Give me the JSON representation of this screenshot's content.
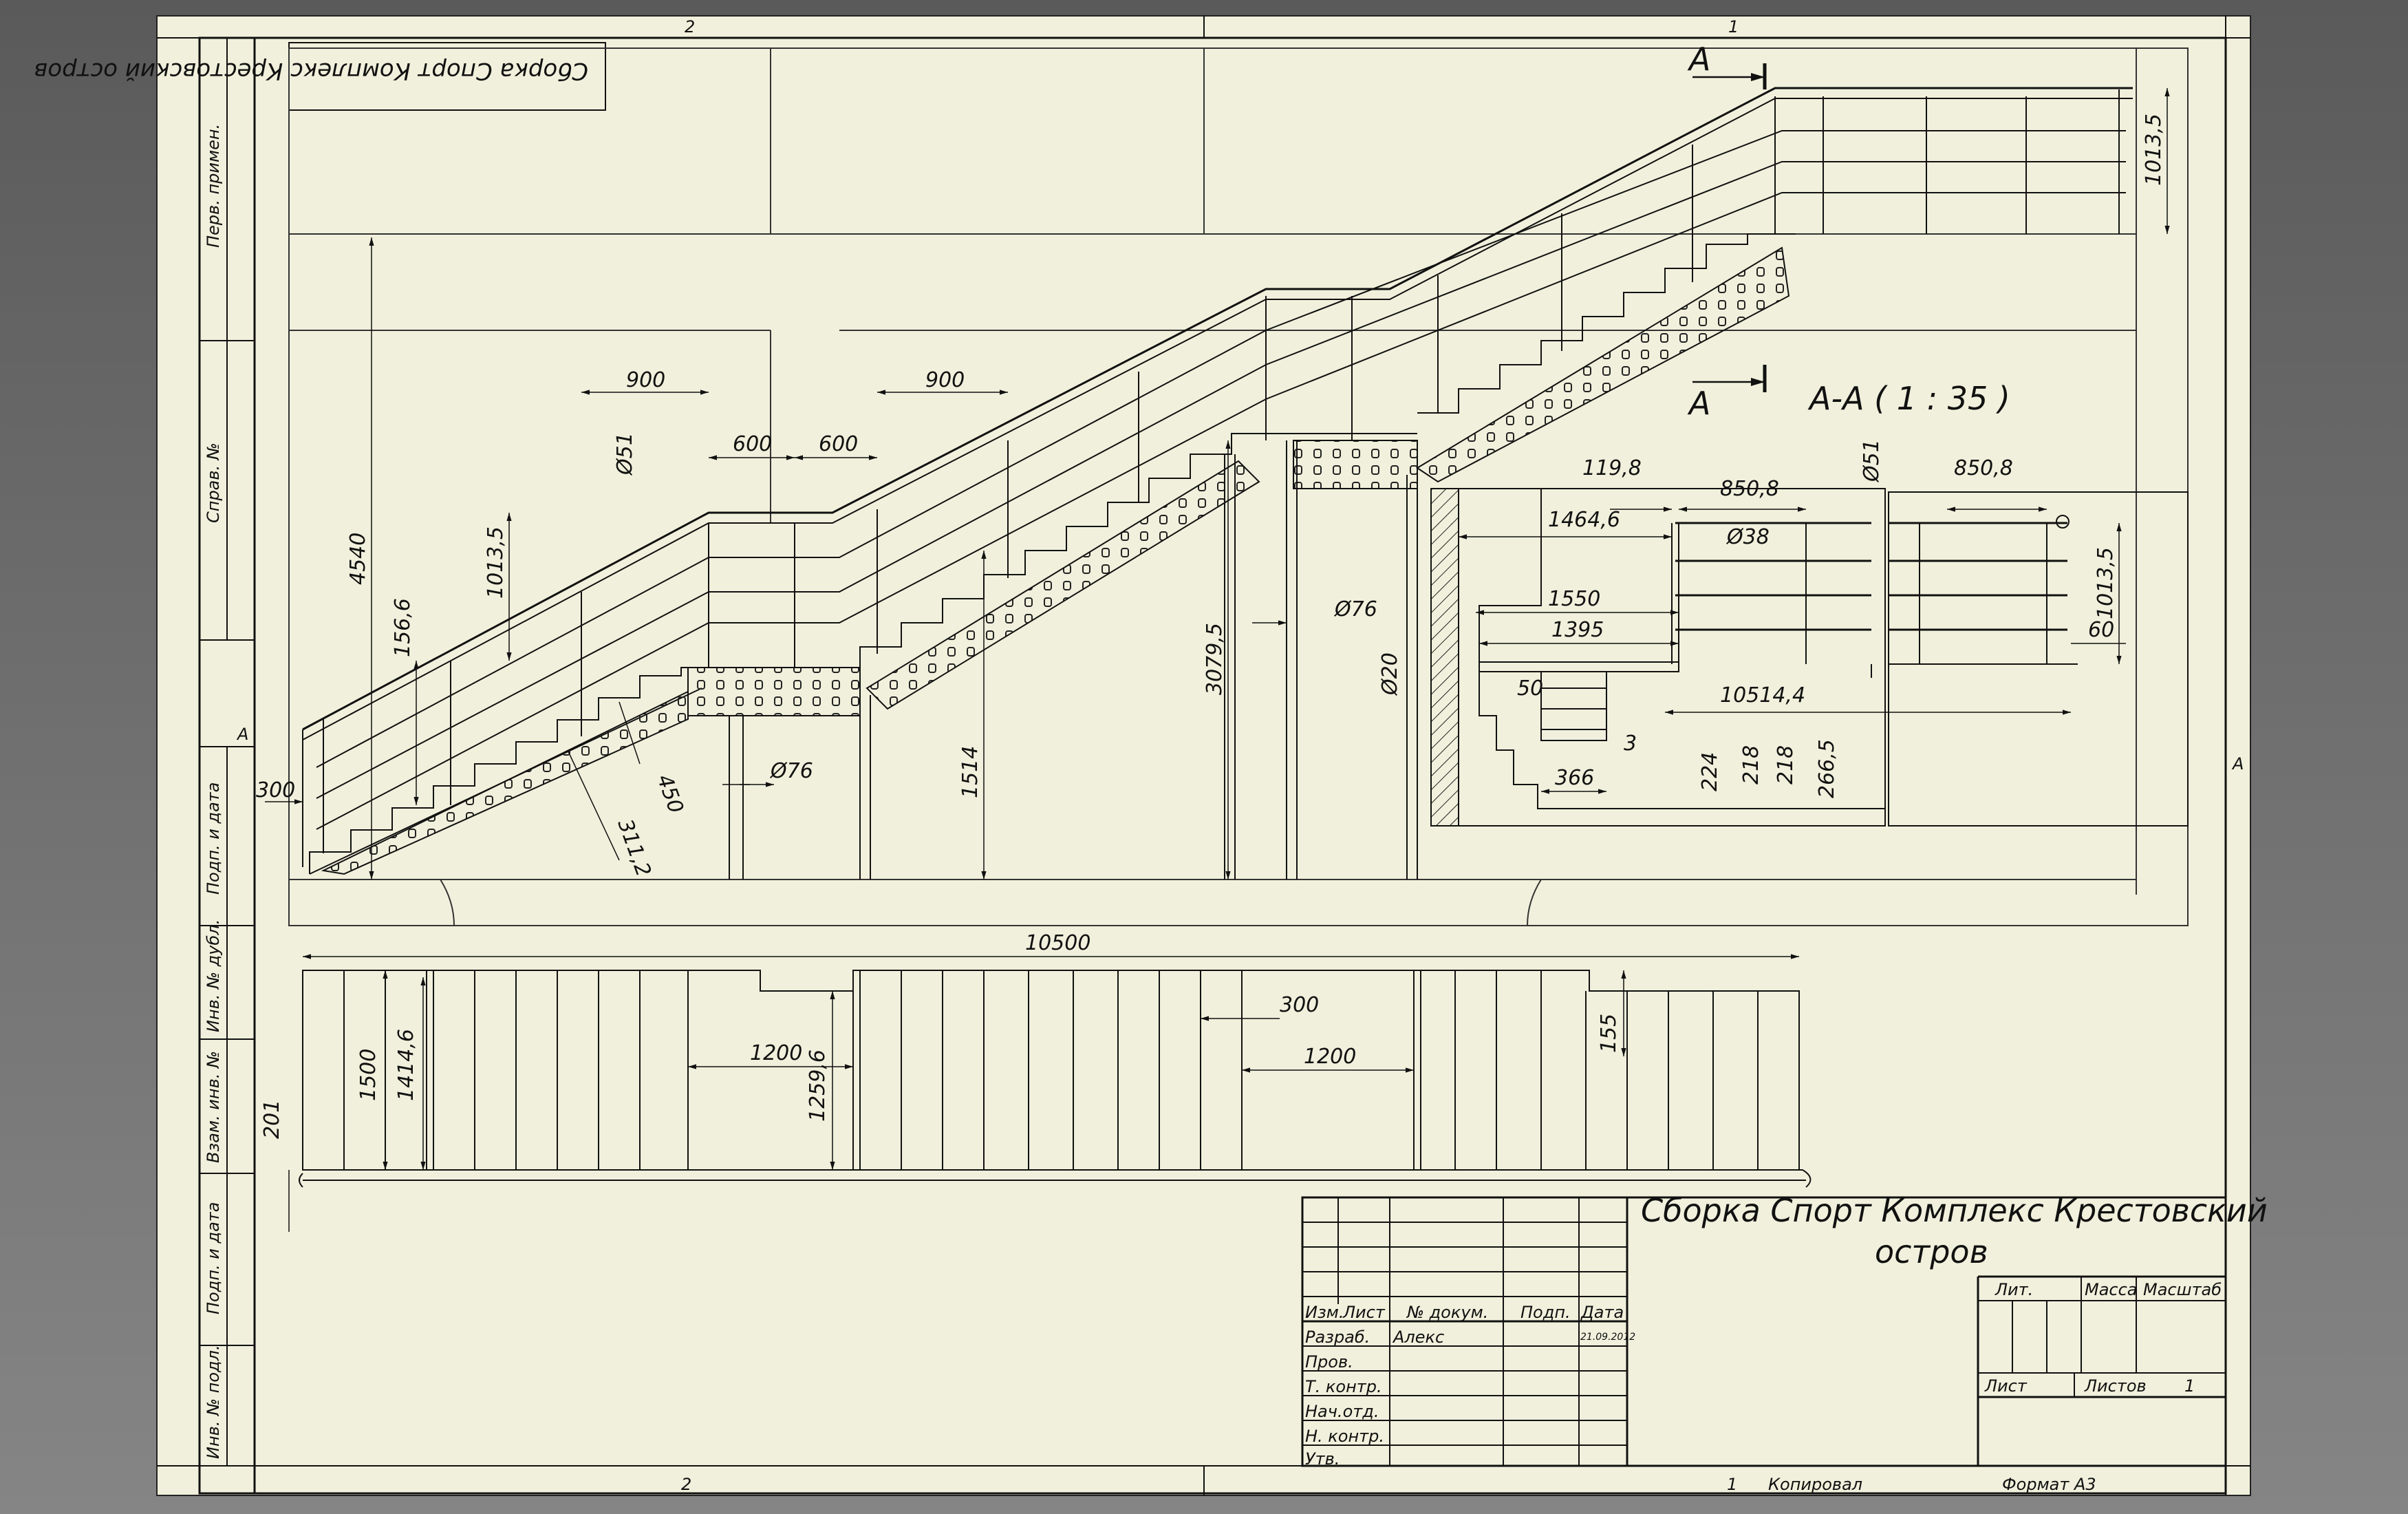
{
  "sheet": {
    "top_zone_labels": [
      "2",
      "1"
    ],
    "bottom_zone_labels": [
      "2",
      "1"
    ],
    "side_zone_label": "A",
    "stamp_text": "Сборка Спорт Комплекс Крестовский остров",
    "left_strip": [
      "Перв. примен.",
      "Справ. №",
      "Подп. и дата",
      "Инв. № дубл.",
      "Взам. инв. №",
      "Подп. и дата",
      "Инв. № подл."
    ],
    "section_marker": "A",
    "section_title": "А-А ( 1 : 35 )"
  },
  "dimensions": {
    "elevation": [
      "900",
      "900",
      "600",
      "600",
      "Ø51",
      "1013,5",
      "4540",
      "156,6",
      "300",
      "Ø76",
      "1514",
      "3079,5",
      "Ø76",
      "450",
      "311,2",
      "1013,5"
    ],
    "section": [
      "119,8",
      "850,8",
      "1464,6",
      "Ø38",
      "1550",
      "1395",
      "Ø20",
      "50",
      "10514,4",
      "3",
      "366",
      "224",
      "218",
      "218",
      "266,5",
      "Ø51",
      "850,8",
      "1013,5",
      "60"
    ],
    "plan": [
      "10500",
      "1500",
      "1414,6",
      "201",
      "1200",
      "1259,6",
      "300",
      "1200",
      "155"
    ]
  },
  "title_block": {
    "title_line1": "Сборка Спорт Комплекс Крестовский",
    "title_line2": "остров",
    "headers": [
      "Изм.",
      "Лист",
      "№ докум.",
      "Подп.",
      "Дата"
    ],
    "roles": [
      "Разраб.",
      "Пров.",
      "Т. контр.",
      "Нач.отд.",
      "Н. контр.",
      "Утв."
    ],
    "developer": "Алекс",
    "date": "21.09.2012",
    "lit_label": "Лит.",
    "mass_label": "Масса",
    "scale_label": "Масштаб",
    "sheet_label": "Лист",
    "sheets_label": "Листов",
    "sheets_count": "1",
    "copied": "Копировал",
    "format": "Формат A3",
    "copied_num": "1"
  }
}
